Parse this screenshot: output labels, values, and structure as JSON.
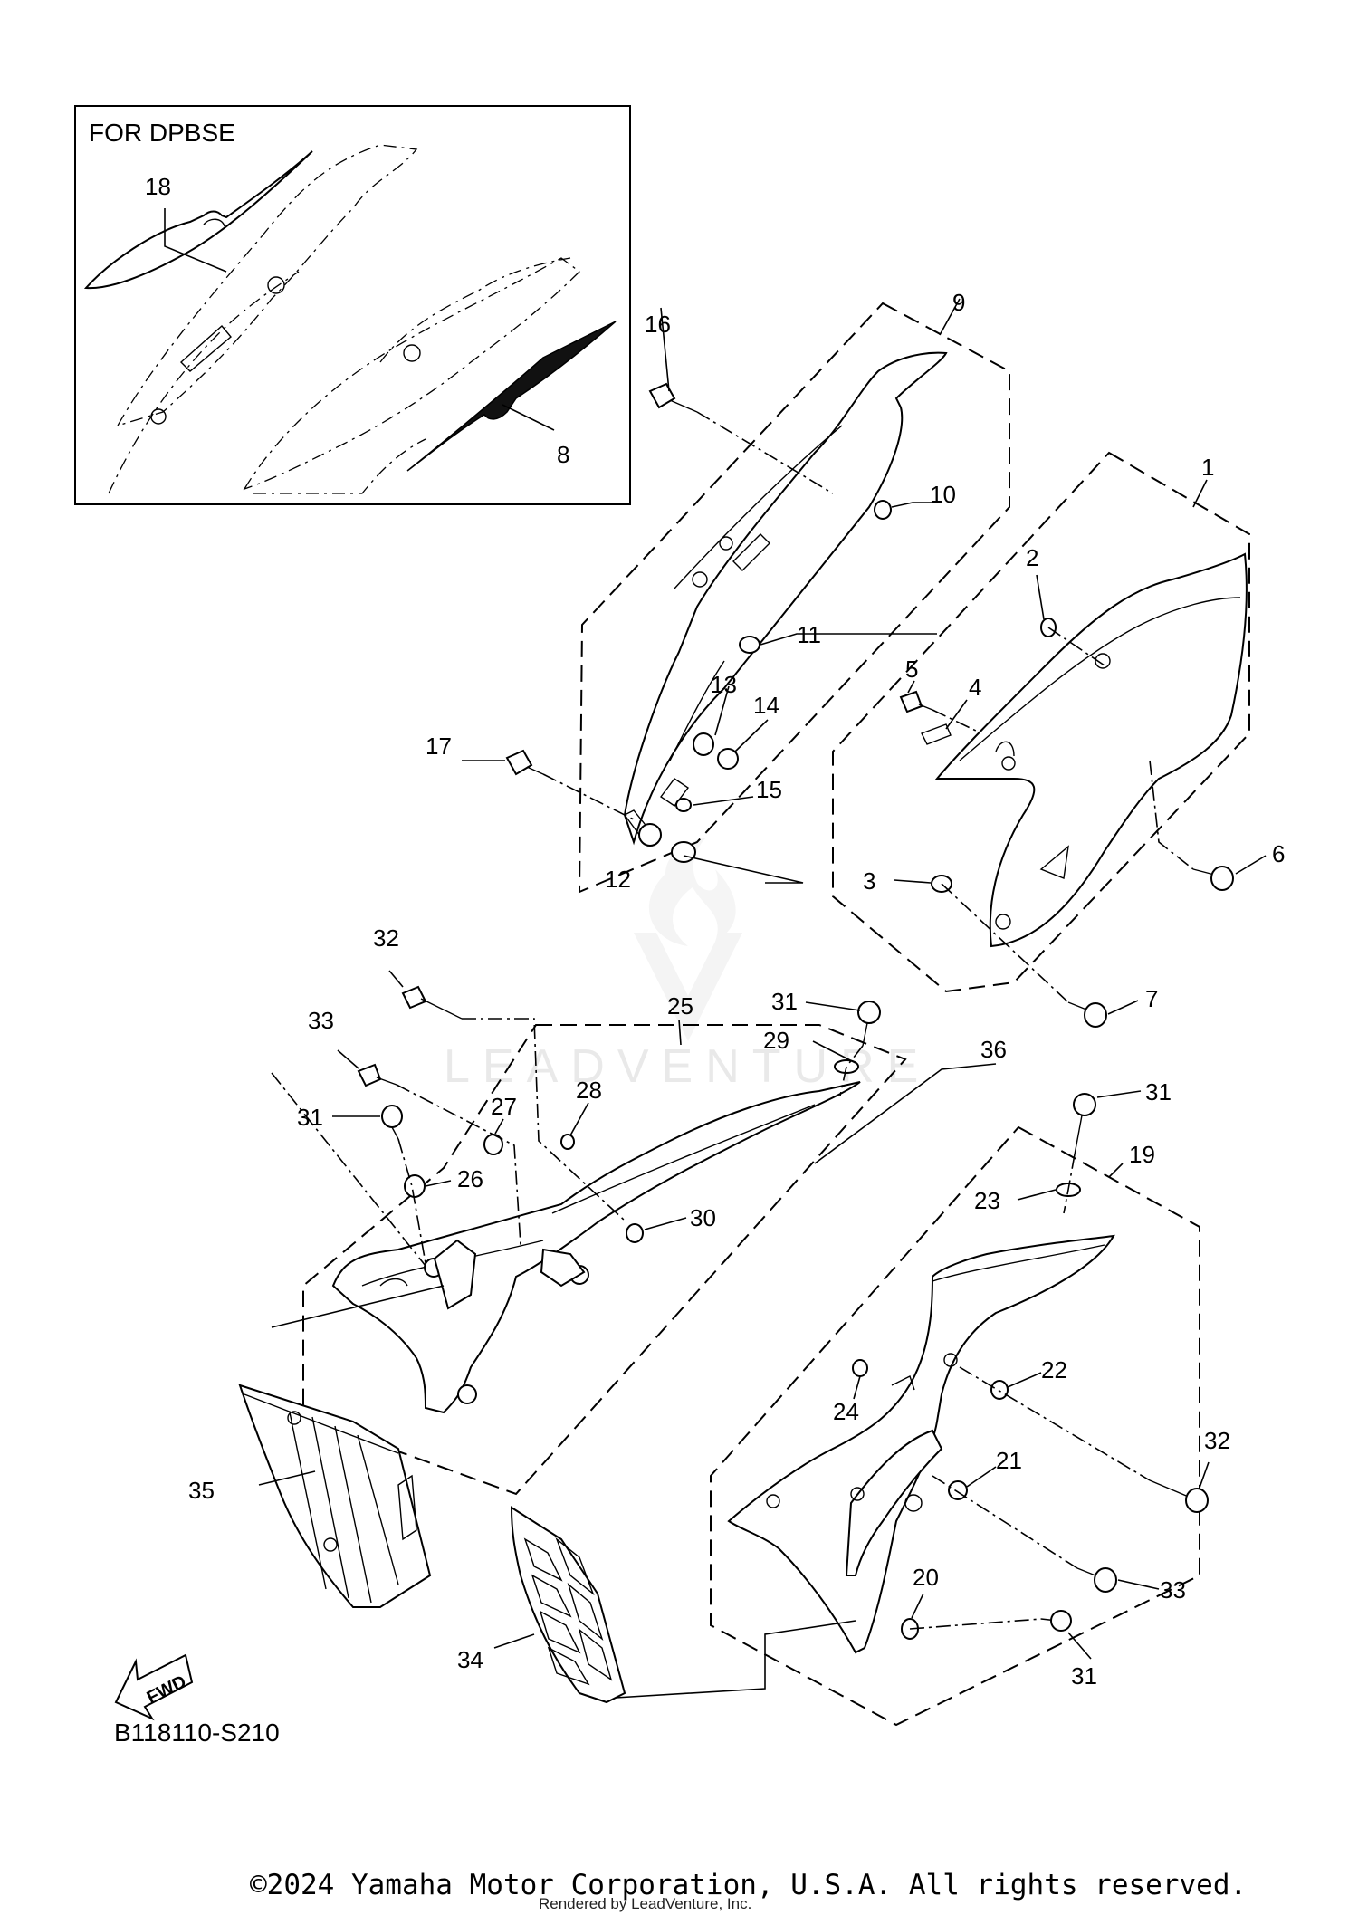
{
  "inset": {
    "title": "FOR DPBSE"
  },
  "callouts": {
    "c1": "1",
    "c2": "2",
    "c3": "3",
    "c4": "4",
    "c5": "5",
    "c6": "6",
    "c7": "7",
    "c8": "8",
    "c9": "9",
    "c10": "10",
    "c11": "11",
    "c12": "12",
    "c13": "13",
    "c14": "14",
    "c15": "15",
    "c16": "16",
    "c17": "17",
    "c18": "18",
    "c19": "19",
    "c20": "20",
    "c21": "21",
    "c22": "22",
    "c23": "23",
    "c24": "24",
    "c25": "25",
    "c26": "26",
    "c27": "27",
    "c28": "28",
    "c29": "29",
    "c30": "30",
    "c31": "31",
    "c32": "32",
    "c33": "33",
    "c34": "34",
    "c35": "35",
    "c36": "36"
  },
  "forward_badge": "FWD",
  "figure_code": "B118110-S210",
  "watermark": "LEADVENTURE",
  "footer": {
    "copyright": "©2024 Yamaha Motor Corporation, U.S.A. All rights reserved.",
    "rendered_by": "Rendered by LeadVenture, Inc."
  }
}
